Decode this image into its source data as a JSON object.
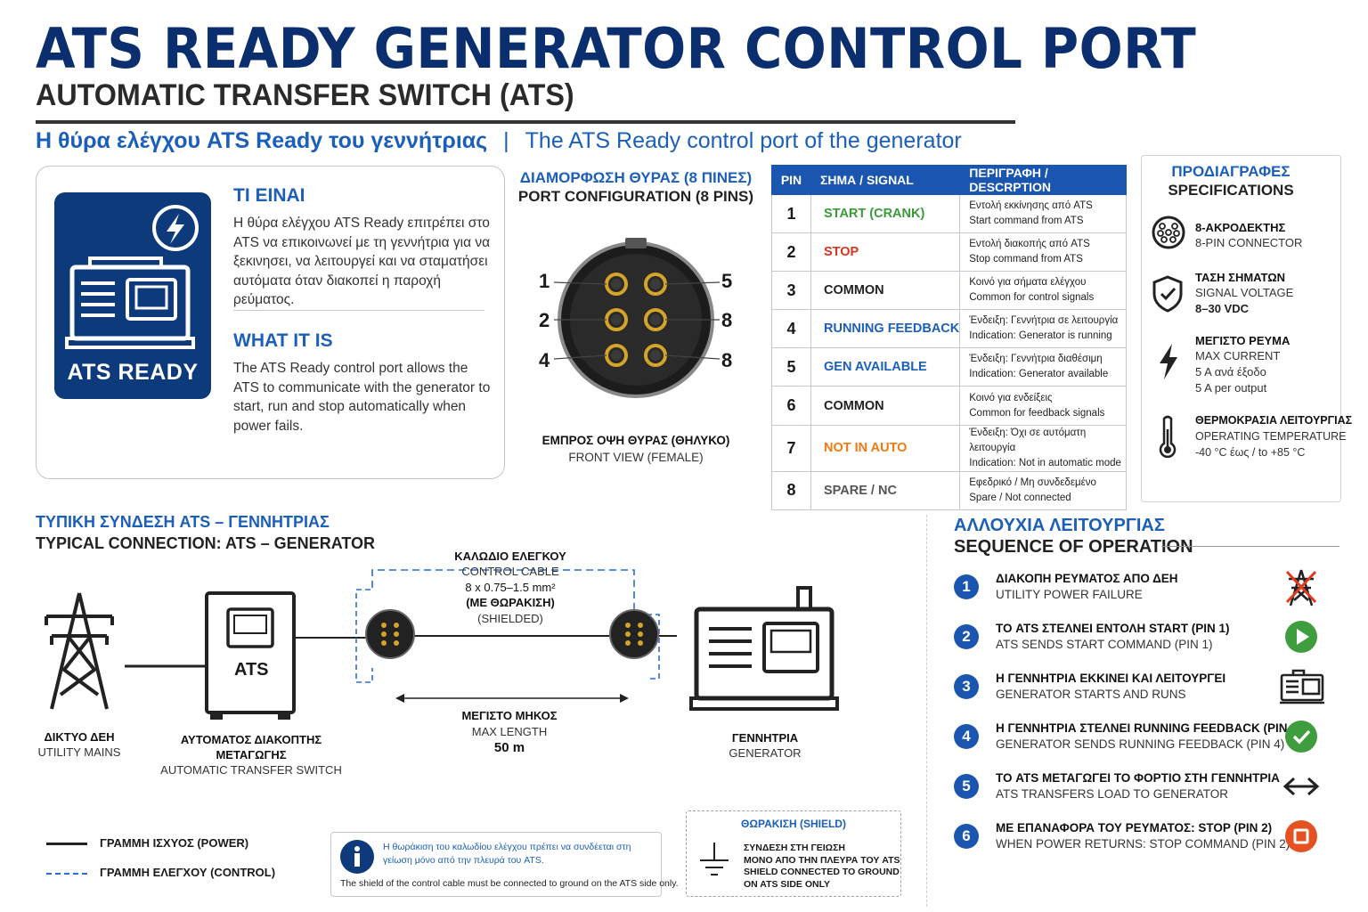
{
  "header": {
    "title": "ATS READY GENERATOR CONTROL PORT",
    "subtitle": "AUTOMATIC TRANSFER SWITCH (ATS)",
    "tagline_gr": "Η θύρα ελέγχου ATS Ready του γεννήτριας",
    "tagline_sep": "|",
    "tagline_en": "The ATS Ready control port of the generator"
  },
  "what": {
    "badge": "ATS READY",
    "gr_heading": "ΤΙ ΕΙΝΑΙ",
    "gr_text": "Η θύρα ελέγχου ATS Ready επιτρέπει στο ATS να επικοινωνεί με τη γεννήτρια για να ξεκινησει, να λειτουργεί και να σταματήσει αυτόματα όταν διακοπεί η παροχή ρεύματος.",
    "en_heading": "WHAT IT IS",
    "en_text": "The ATS Ready control port allows the ATS to communicate with the generator to start, run and stop automatically when power fails."
  },
  "port": {
    "heading_gr": "ΔΙΑΜΟΡΦΩΣΗ ΘΥΡΑΣ (8 ΠΙΝΕΣ)",
    "heading_en": "PORT CONFIGURATION (8 PINS)",
    "left_labels": [
      "1",
      "2",
      "4"
    ],
    "right_labels": [
      "5",
      "8",
      "8"
    ],
    "view_gr": "ΕΜΠΡΟΣ ΟΨΗ ΘΥΡΑΣ (ΘΗΛΥΚΟ)",
    "view_en": "FRONT VIEW (FEMALE)"
  },
  "pin_table": {
    "headers": [
      "PIN",
      "ΣΗΜΑ / SIGNAL",
      "ΠΕΡΙΓΡΑΦΗ / DESCRPTION"
    ],
    "rows": [
      {
        "pin": "1",
        "signal": "START (CRANK)",
        "color": "#3a9a3a",
        "desc_gr": "Εντολή εκκίνησης από ATS",
        "desc_en": "Start command from ATS"
      },
      {
        "pin": "2",
        "signal": "STOP",
        "color": "#d8341e",
        "desc_gr": "Εντολή διακοπής από ATS",
        "desc_en": "Stop command from ATS"
      },
      {
        "pin": "3",
        "signal": "COMMON",
        "color": "#222222",
        "desc_gr": "Κοινό για σήματα ελέγχου",
        "desc_en": "Common for control signals"
      },
      {
        "pin": "4",
        "signal": "RUNNING FEEDBACK",
        "color": "#1c5fb8",
        "desc_gr": "Ένδειξη: Γεννήτρια σε λειτουργία",
        "desc_en": "Indication: Generator is running"
      },
      {
        "pin": "5",
        "signal": "GEN AVAILABLE",
        "color": "#1c5fb8",
        "desc_gr": "Ένδειξη: Γεννήτρια διαθέσιμη",
        "desc_en": "Indication: Generator available"
      },
      {
        "pin": "6",
        "signal": "COMMON",
        "color": "#222222",
        "desc_gr": "Κοινό για ενδείξεις",
        "desc_en": "Common for feedback signals"
      },
      {
        "pin": "7",
        "signal": "NOT IN AUTO",
        "color": "#f07a10",
        "desc_gr": "Ένδειξη: Όχι σε αυτόματη λειτουργία",
        "desc_en": "Indication: Not in automatic mode"
      },
      {
        "pin": "8",
        "signal": "SPARE / NC",
        "color": "#555555",
        "desc_gr": "Εφεδρικό / Μη συνδεδεμένο",
        "desc_en": "Spare / Not connected"
      }
    ]
  },
  "specs": {
    "heading_gr": "ΠΡΟΔΙΑΓΡΑΦΕΣ",
    "heading_en": "SPECIFICATIONS",
    "items": [
      {
        "icon": "connector-icon",
        "title": "8-ΑΚΡΟΔΕΚΤΗΣ",
        "lines": [
          "8-PIN CONNECTOR"
        ]
      },
      {
        "icon": "shield-check-icon",
        "title": "ΤΑΣΗ ΣΗΜΑΤΩΝ",
        "lines": [
          "SIGNAL VOLTAGE",
          "8–30 VDC"
        ]
      },
      {
        "icon": "lightning-icon",
        "title": "ΜΕΓΙΣΤΟ ΡΕΥΜΑ",
        "lines": [
          "MAX CURRENT",
          "5 A ανά έξοδο",
          "5 A per output"
        ]
      },
      {
        "icon": "thermometer-icon",
        "title": "ΘΕΡΜΟΚΡΑΣΙΑ ΛΕΙΤΟΥΡΓΙΑΣ",
        "lines": [
          "OPERATING TEMPERATURE",
          "-40 °C έως / to +85 °C"
        ]
      }
    ]
  },
  "connection": {
    "heading_gr": "ΤΥΠΙΚΗ ΣΥΝΔΕΣΗ ATS – ΓΕΝΝΗΤΡΙΑΣ",
    "heading_en": "TYPICAL CONNECTION: ATS – GENERATOR",
    "mains_gr": "ΔΙΚΤΥΟ ΔΕΗ",
    "mains_en": "UTILITY MAINS",
    "ats_box": "ATS",
    "ats_gr1": "ΑΥΤΟΜΑΤΟΣ ΔΙΑΚΟΠΤΗΣ",
    "ats_gr2": "ΜΕΤΑΓΩΓΗΣ",
    "ats_en": "AUTOMATIC TRANSFER SWITCH",
    "cable_gr": "ΚΑΛΩΔΙΟ ΕΛΕΓΚΟΥ",
    "cable_en": "CONTROL CABLE",
    "cable_spec": "8 x 0.75–1.5 mm²",
    "cable_shield_gr": "(ΜΕ ΘΩΡΑΚΙΣΗ)",
    "cable_shield_en": "(SHIELDED)",
    "maxlen_gr": "ΜΕΓΙΣΤΟ ΜΗΚΟΣ",
    "maxlen_en": "MAX LENGTH",
    "maxlen_val": "50 m",
    "gen_gr": "ΓΕΝΝΗΤΡΙΑ",
    "gen_en": "GENERATOR",
    "legend_power": "ΓΡΑΜΜΗ ΙΣΧΥΟΣ (POWER)",
    "legend_control": "ΓΡΑΜΜΗ ΕΛΕΓΧΟΥ (CONTROL)",
    "info_gr": "Η θωράκιση του καλωδίου ελέγχου πρέπει να συνδέεται στη γείωση μόνο από την πλευρά του ATS.",
    "info_en": "The shield of the control cable must be connected to ground on the ATS side only.",
    "shield_title": "ΘΩΡΑΚΙΣΗ (SHIELD)",
    "shield_lines": [
      "ΣΥΝΔΕΣΗ ΣΤΗ ΓΕΙΩΣΗ",
      "ΜΟΝΟ ΑΠΟ ΤΗΝ ΠΛΕΥΡΑ ΤΟΥ ATS",
      "SHIELD CONNECTED TO GROUND",
      "ON ATS SIDE ONLY"
    ]
  },
  "sequence": {
    "heading_gr": "ΑΛΛΟΥΧΙΑ ΛΕΙΤΟΥΡΓΙΑΣ",
    "heading_en": "SEQUENCE OF OPERATION",
    "steps": [
      {
        "n": "1",
        "gr": "ΔΙΑΚΟΠΗ ΡΕΥΜΑΤΟΣ ΑΠΟ ΔΕΗ",
        "en": "UTILITY POWER FAILURE",
        "icon": "power-failure-icon"
      },
      {
        "n": "2",
        "gr": "ΤΟ ATS ΣΤΕΛΝΕΙ ΕΝΤΟΛΗ START (PIN 1)",
        "en": "ATS SENDS START COMMAND (PIN 1)",
        "icon": "play-icon"
      },
      {
        "n": "3",
        "gr": "Η ΓΕΝΝΗΤΡΙΑ ΕΚΚΙΝΕΙ ΚΑΙ ΛΕΙΤΟΥΡΓΕΙ",
        "en": "GENERATOR STARTS AND RUNS",
        "icon": "generator-icon"
      },
      {
        "n": "4",
        "gr": "Η ΓΕΝΝΗΤΡΙΑ ΣΤΕΛΝΕΙ RUNNING FEEDBACK (PIN 4)",
        "en": "GENERATOR SENDS RUNNING FEEDBACK (PIN 4)",
        "icon": "check-icon"
      },
      {
        "n": "5",
        "gr": "ΤΟ ATS ΜΕΤΑΓΩΓΕΙ ΤΟ ΦΟΡΤΙΟ ΣΤΗ ΓΕΝΝΗΤΡΙΑ",
        "en": "ATS TRANSFERS LOAD TO GENERATOR",
        "icon": "transfer-arrows-icon"
      },
      {
        "n": "6",
        "gr": "ΜΕ ΕΠΑΝΑΦΟΡΑ ΤΟΥ ΡΕΥΜΑΤΟΣ: STOP (PIN 2)",
        "en": "WHEN POWER RETURNS: STOP COMMAND (PIN 2)",
        "icon": "stop-icon"
      }
    ]
  },
  "colors": {
    "navy": "#0b2e6e",
    "accent_blue": "#1a56b0",
    "green": "#3a9a3a",
    "red": "#d8341e",
    "orange": "#f07a10"
  }
}
